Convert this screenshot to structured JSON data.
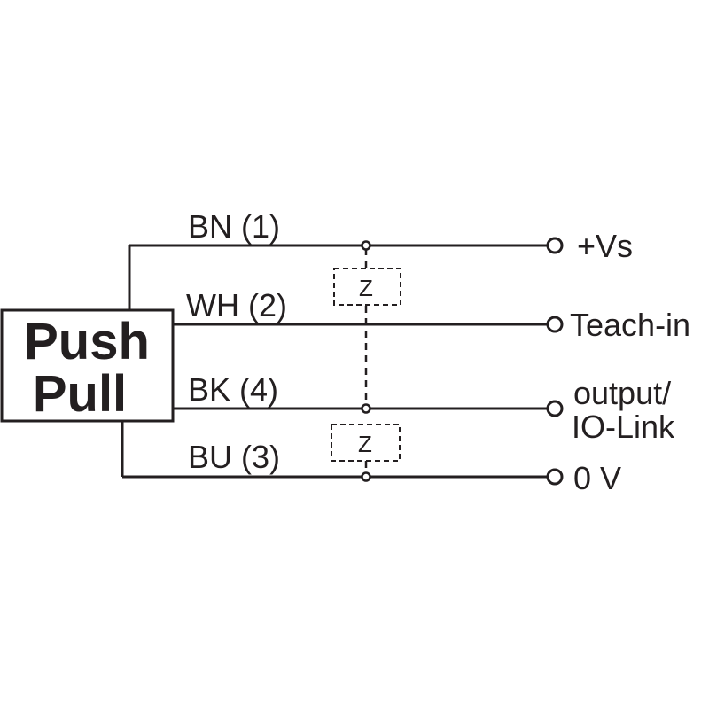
{
  "sensor_box": {
    "line1": "Push",
    "line2": "Pull"
  },
  "wires": [
    {
      "label": "BN (1)",
      "terminal": "+Vs"
    },
    {
      "label": "WH (2)",
      "terminal": "Teach-in"
    },
    {
      "label": "BK (4)",
      "terminal_line1": "output/",
      "terminal_line2": "IO-Link"
    },
    {
      "label": "BU (3)",
      "terminal": "0 V"
    }
  ],
  "loads": [
    {
      "label": "Z"
    },
    {
      "label": "Z"
    }
  ]
}
